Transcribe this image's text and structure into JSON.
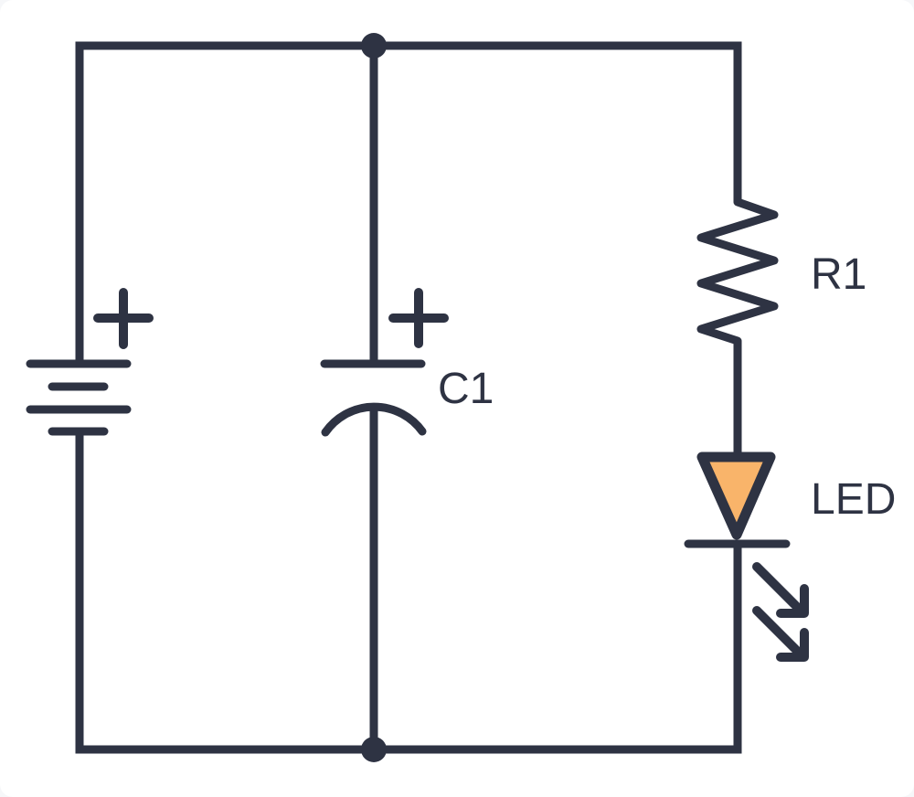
{
  "diagram": {
    "kind": "circuit-schematic",
    "colors": {
      "wire": "#2E3343",
      "led_fill": "#F9B46A",
      "label_text": "#2E3343",
      "background": "#FFFFFF"
    },
    "labels": {
      "capacitor": "C1",
      "resistor": "R1",
      "led": "LED"
    },
    "polarity_marks": {
      "battery": "+",
      "capacitor": "+"
    },
    "components": [
      {
        "symbol": "battery",
        "label": "",
        "polarity": "+"
      },
      {
        "symbol": "polarized-capacitor",
        "label": "C1",
        "polarity": "+"
      },
      {
        "symbol": "resistor",
        "label": "R1"
      },
      {
        "symbol": "led",
        "label": "LED"
      }
    ]
  }
}
